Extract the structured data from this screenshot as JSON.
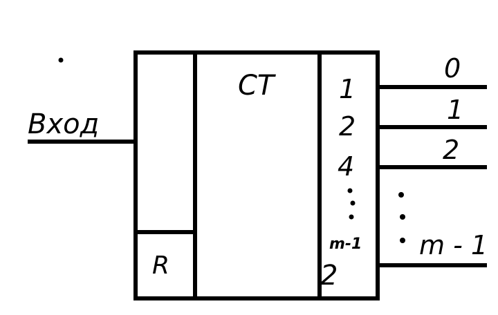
{
  "diagram": {
    "input_label": "Вход",
    "ct_label": "СТ",
    "reset_label": "R",
    "weights": [
      "1",
      "2",
      "4",
      "2"
    ],
    "weight_last_exponent": "m-1",
    "outputs": [
      "0",
      "1",
      "2",
      "m - 1"
    ],
    "colors": {
      "ink": "#000000",
      "paper": "#ffffff"
    }
  }
}
